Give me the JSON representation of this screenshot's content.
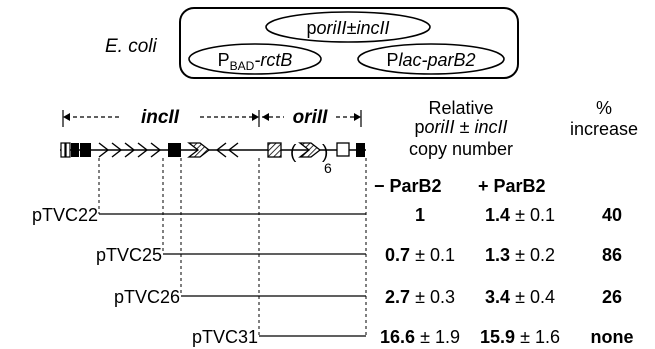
{
  "cell": {
    "organism": "E. coli",
    "plasmid_top": {
      "prefix": "p",
      "name": "oriII",
      "suffix": "±",
      "site": "incII"
    },
    "plasmid_left": {
      "p": "P",
      "sub": "BAD",
      "gene": "-rctB"
    },
    "plasmid_right": {
      "p": "P",
      "promoter": "lac",
      "gene": "-parB2"
    }
  },
  "map": {
    "incII_label": "incII",
    "oriII_label": "oriII",
    "repeat_open": "(",
    "repeat_close": ")",
    "repeat_count": "6"
  },
  "headers": {
    "relative_line1": "Relative",
    "relative_line2_prefix": "p",
    "relative_line2_name": "oriII",
    "relative_line2_pm": " ± ",
    "relative_line2_site": "incII",
    "relative_line3": "copy number",
    "percent_line1": "%",
    "percent_line2": "increase",
    "minus_parb2": "− ParB2",
    "plus_parb2": "+ ParB2"
  },
  "rows": [
    {
      "name": "pTVC22",
      "minus_val": "1",
      "minus_err": "",
      "plus_val": "1.4",
      "plus_err": "± 0.1",
      "increase": "40"
    },
    {
      "name": "pTVC25",
      "minus_val": "0.7",
      "minus_err": "± 0.1",
      "plus_val": "1.3",
      "plus_err": "± 0.2",
      "increase": "86"
    },
    {
      "name": "pTVC26",
      "minus_val": "2.7",
      "minus_err": "± 0.3",
      "plus_val": "3.4",
      "plus_err": "± 0.4",
      "increase": "26"
    },
    {
      "name": "pTVC31",
      "minus_val": "16.6",
      "minus_err": "± 1.9",
      "plus_val": "15.9",
      "plus_err": "± 1.6",
      "increase": "none"
    }
  ]
}
